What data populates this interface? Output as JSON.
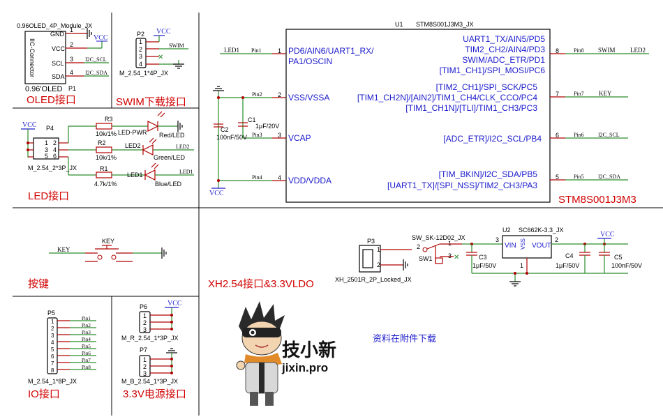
{
  "oled": {
    "module_name": "0.96OLED_4P_Module_JX",
    "connector_label": "IIC-Connector",
    "pins": [
      "GND",
      "VCC",
      "SCL",
      "SDA"
    ],
    "pin_numbers": [
      "1",
      "2",
      "3",
      "4"
    ],
    "vcc_label": "VCC",
    "net_scl": "I2C_SCL",
    "net_sda": "I2C_SDA",
    "part_value": "0.96'OLED",
    "designator": "P1",
    "section_title": "OLED接口"
  },
  "swim": {
    "designator": "P2",
    "vcc_label": "VCC",
    "net": "SWIM",
    "pin_numbers": [
      "1",
      "2",
      "3",
      "4"
    ],
    "part_value": "M_2.54_1*4P_JX",
    "section_title": "SWIM下载接口"
  },
  "led": {
    "vcc_label": "VCC",
    "designator": "P4",
    "header_pins": [
      "1",
      "2",
      "3",
      "4",
      "5",
      "6"
    ],
    "part_value": "M_2.54_2*3P_JX",
    "r3": {
      "name": "R3",
      "value": "10k/1%"
    },
    "r2": {
      "name": "R2",
      "value": "10k/1%"
    },
    "r1": {
      "name": "R1",
      "value": "4.7k/1%"
    },
    "led_pwr": "LED-PWR",
    "led2": "LED2",
    "led1": "LED1",
    "red": "Red/LED",
    "green": "Green/LED",
    "blue": "Blue/LED",
    "net_led2": "LED2",
    "net_led1": "LED1",
    "section_title": "LED接口"
  },
  "mcu": {
    "designator": "U1",
    "part_value": "STM8S001J3M3_JX",
    "big_title": "STM8S001J3M3",
    "left_pins": [
      {
        "num": "1",
        "name_l1": "PD6/AIN6/UART1_RX/",
        "name_l2": "PA1/OSCIN",
        "pin": "Pin1",
        "net": "LED1"
      },
      {
        "num": "2",
        "name_l1": "VSS/VSSA",
        "pin": "Pin2"
      },
      {
        "num": "3",
        "name_l1": "VCAP",
        "pin": "Pin3"
      },
      {
        "num": "4",
        "name_l1": "VDD/VDDA",
        "pin": "Pin4"
      }
    ],
    "right_pins": [
      {
        "num": "8",
        "lines": [
          "UART1_TX/AIN5/PD5",
          "TIM2_CH2/AIN4/PD3",
          "SWIM/ADC_ETR/PD1",
          "[TIM1_CH1]/SPI_MOSI/PC6"
        ],
        "pin": "Pin8",
        "net": "SWIM",
        "net2": "LED2"
      },
      {
        "num": "7",
        "lines": [
          "[TIM2_CH1]/SPI_SCK/PC5",
          "[TIM1_CH2N]/[AIN2]/TIM1_CH4/CLK_CCO/PC4",
          "[TIM1_CH1N]/[TLI]/TIM1_CH3/PC3"
        ],
        "pin": "Pin7",
        "net": "KEY"
      },
      {
        "num": "6",
        "lines": [
          "[ADC_ETR]/I2C_SCL/PB4"
        ],
        "pin": "Pin6",
        "net": "I2C_SCL"
      },
      {
        "num": "5",
        "lines": [
          "[TIM_BKIN]/I2C_SDA/PB5",
          "[UART1_TX]/[SPI_NSS]/TIM2_CH3/PA3"
        ],
        "pin": "Pin5",
        "net": "I2C_SDA"
      }
    ],
    "c1": {
      "name": "C1",
      "value": "1μF/20V"
    },
    "c2": {
      "name": "C2",
      "value": "100nF/50V"
    },
    "vcc_label": "VCC"
  },
  "key": {
    "net": "KEY",
    "designator": "KEY",
    "section_title": "按键"
  },
  "ldo": {
    "p3": "P3",
    "p3_part": "XH_2501R_2P_Locked_JX",
    "pin1": "1",
    "pin2": "2",
    "switch_part": "SW_SK-12D02_JX",
    "switch_name": "SW1",
    "sw_pins": [
      "1",
      "2",
      "3"
    ],
    "u2": "U2",
    "u2_part": "SC662K-3.3_JX",
    "vin": "VIN",
    "vout": "VOUT",
    "vss": "VSS",
    "u2_pins": [
      "3",
      "2",
      "1"
    ],
    "c3": {
      "name": "C3",
      "value": "1μF/50V"
    },
    "c4": {
      "name": "C4",
      "value": "1μF/50V"
    },
    "c5": {
      "name": "C5",
      "value": "100nF/50V"
    },
    "vcc_label": "VCC",
    "section_title": "XH2.54接口&3.3VLDO"
  },
  "io": {
    "designator": "P5",
    "part_value": "M_2.54_1*8P_JX",
    "pin_numbers": [
      "1",
      "2",
      "3",
      "4",
      "5",
      "6",
      "7",
      "8"
    ],
    "nets": [
      "Pin1",
      "Pin2",
      "Pin3",
      "Pin4",
      "Pin5",
      "Pin6",
      "Pin7",
      "Pin8"
    ],
    "section_title": "IO接口"
  },
  "power33": {
    "p6": "P6",
    "p6_part": "M_R_2.54_1*3P_JX",
    "p7": "P7",
    "p7_part": "M_B_2.54_1*3P_JX",
    "pin_numbers": [
      "1",
      "2",
      "3"
    ],
    "vcc_label": "VCC",
    "section_title": "3.3V电源接口"
  },
  "brand": {
    "name": "技小新",
    "url": "jixin.pro",
    "note": "资料在附件下载"
  }
}
